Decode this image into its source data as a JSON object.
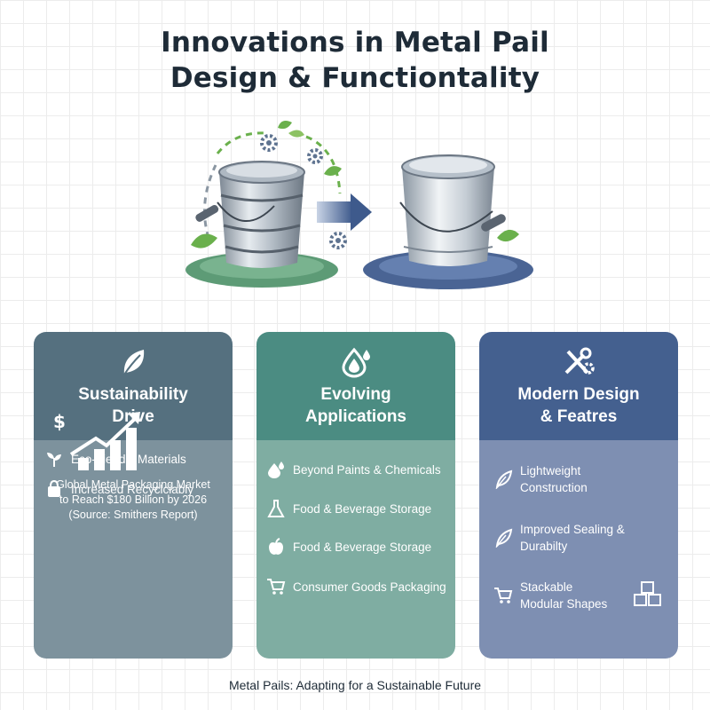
{
  "title": {
    "line1": "Innovations in Metal Pail",
    "line2": "Design & Functiontality"
  },
  "cards": [
    {
      "title_line1": "Sustainability",
      "title_line2": "Drive",
      "icon": "leaf-icon",
      "items": [
        {
          "label": "Eco-friendly Materials",
          "icon": "sprout-icon"
        },
        {
          "label": "Increased Recyclciably",
          "icon": "recycle-bag-icon"
        }
      ],
      "stat_icon": "growth-chart-icon",
      "stat_line1": "Global Metal Packaging Market",
      "stat_line2": "to Reach $180 Billion by 2026",
      "stat_line3": "(Source: Smithers Report)"
    },
    {
      "title_line1": "Evolving",
      "title_line2": "Applications",
      "icon": "droplet-icon",
      "items": [
        {
          "label": "Beyond Paints & Chemicals",
          "icon": "droplets-icon"
        },
        {
          "label": "Food & Beverage Storage",
          "icon": "flask-icon"
        },
        {
          "label": "Food & Beverage Storage",
          "icon": "apple-icon"
        },
        {
          "label": "Consumer Goods Packaging",
          "icon": "cart-icon"
        }
      ]
    },
    {
      "title_line1": "Modern Design",
      "title_line2": "& Featres",
      "icon": "tools-icon",
      "items": [
        {
          "line1": "Lightweight",
          "line2": "Construction",
          "icon": "feather-icon"
        },
        {
          "line1": "Improved Sealing &",
          "line2": "Durabilty",
          "icon": "feather-icon"
        },
        {
          "line1": "Stackable",
          "line2": "Modular Shapes",
          "icon": "cart-icon",
          "extra_icon": "stacked-cubes-icon"
        }
      ]
    }
  ],
  "footer": "Metal Pails: Adapting for a Sustainable Future",
  "colors": {
    "card1_header": "#55707f",
    "card1_body": "#7d929d",
    "card2_header": "#4b8c82",
    "card2_body": "#7fada2",
    "card3_header": "#44608f",
    "card3_body": "#7e8fb2",
    "leaf_green": "#6ab04c",
    "arrow_blue": "#3e5a8c"
  }
}
